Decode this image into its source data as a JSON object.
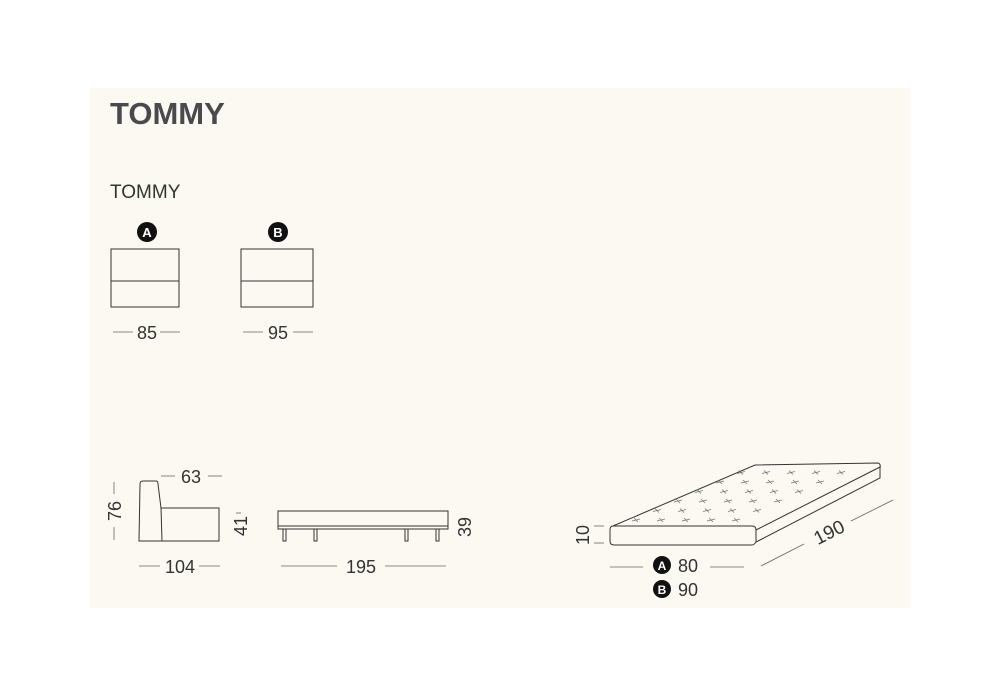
{
  "title": "TOMMY",
  "subtitle": "TOMMY",
  "variants": [
    {
      "badge": "A",
      "width": "85"
    },
    {
      "badge": "B",
      "width": "95"
    }
  ],
  "side_view": {
    "height": "76",
    "seat_depth": "63",
    "seat_height": "41",
    "depth": "104"
  },
  "front_view": {
    "length": "195",
    "height": "39"
  },
  "mattress": {
    "thickness": "10",
    "length": "190",
    "widths": [
      {
        "badge": "A",
        "value": "80"
      },
      {
        "badge": "B",
        "value": "90"
      }
    ]
  }
}
